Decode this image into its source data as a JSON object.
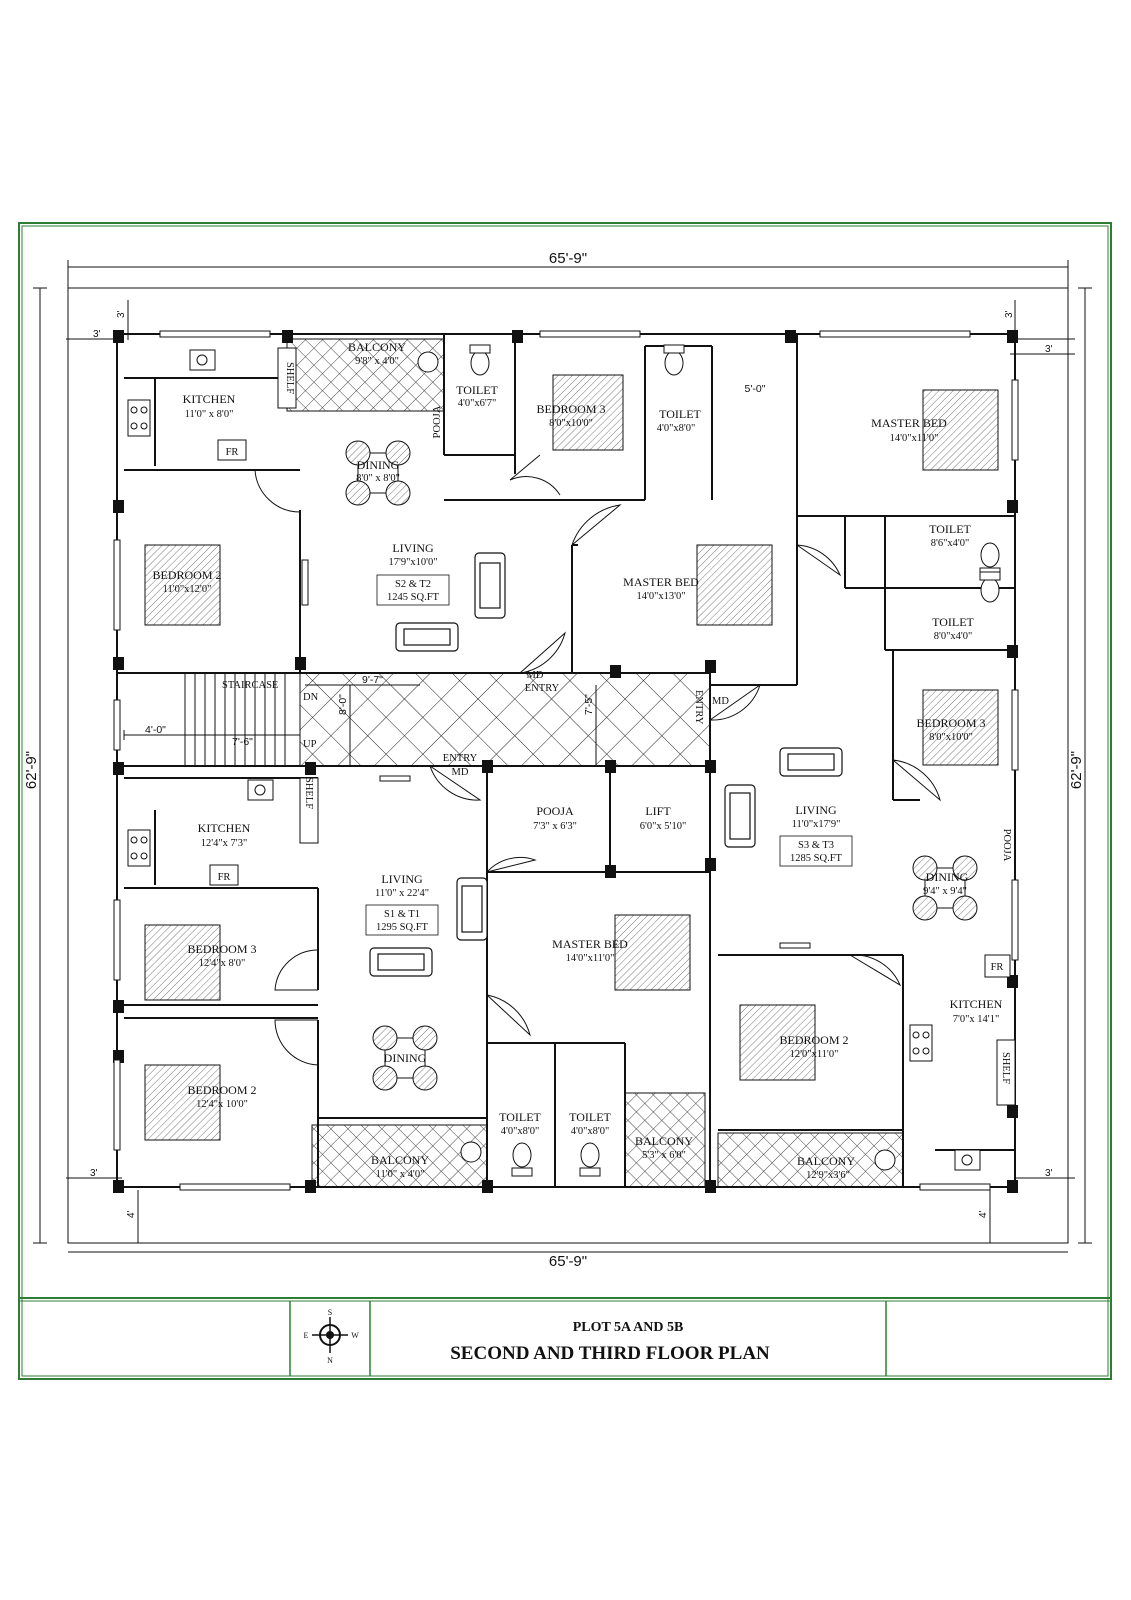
{
  "dimensions": {
    "top": "65'-9\"",
    "bottom": "65'-9\"",
    "left": "62'-9\"",
    "right": "62'-9\"",
    "setback_3": "3'",
    "setback_4": "4'",
    "lobby_width": "9'-7\"",
    "stair_depth": "8'-0\"",
    "stair_width_a": "4'-0\"",
    "stair_width_b": "7'-6\"",
    "lobby_height": "7'-5\"",
    "balcony_gap": "5'-0\""
  },
  "unit_s2": {
    "kitchen": {
      "name": "KITCHEN",
      "size": "11'0\" x 8'0\""
    },
    "balcony": {
      "name": "BALCONY",
      "size": "9'8\" x 4'0\""
    },
    "dining": {
      "name": "DINING",
      "size": "8'0\" x 8'0\""
    },
    "pooja": "POOJA",
    "toilet_a": {
      "name": "TOILET",
      "size": "4'0\"x6'7\""
    },
    "bedroom3": {
      "name": "BEDROOM 3",
      "size": "8'0\"x10'0\""
    },
    "toilet_b": {
      "name": "TOILET",
      "size": "4'0\"x8'0\""
    },
    "bedroom2": {
      "name": "BEDROOM 2",
      "size": "11'0\"x12'0\""
    },
    "living": {
      "name": "LIVING",
      "size": "17'9\"x10'0\""
    },
    "unit": {
      "name": "S2 & T2",
      "area": "1245 SQ.FT"
    },
    "master": {
      "name": "MASTER BED",
      "size": "14'0\"x13'0\""
    }
  },
  "unit_s3": {
    "master": {
      "name": "MASTER BED",
      "size": "14'0\"x11'0\""
    },
    "toilet_a": {
      "name": "TOILET",
      "size": "8'6\"x4'0\""
    },
    "toilet_b": {
      "name": "TOILET",
      "size": "8'0\"x4'0\""
    },
    "bedroom3": {
      "name": "BEDROOM 3",
      "size": "8'0\"x10'0\""
    },
    "living": {
      "name": "LIVING",
      "size": "11'0\"x17'9\""
    },
    "unit": {
      "name": "S3 & T3",
      "area": "1285 SQ.FT"
    },
    "pooja": "POOJA",
    "dining": {
      "name": "DINING",
      "size": "9'4\" x 9'4\""
    },
    "kitchen": {
      "name": "KITCHEN",
      "size": "7'0\"x 14'1\""
    },
    "bedroom2": {
      "name": "BEDROOM 2",
      "size": "12'0\"x11'0\""
    },
    "balcony": {
      "name": "BALCONY",
      "size": "12'9\"x3'6\""
    }
  },
  "unit_s1": {
    "kitchen": {
      "name": "KITCHEN",
      "size": "12'4\"x 7'3\""
    },
    "bedroom3": {
      "name": "BEDROOM 3",
      "size": "12'4\"x 8'0\""
    },
    "bedroom2": {
      "name": "BEDROOM 2",
      "size": "12'4\"x 10'0\""
    },
    "living": {
      "name": "LIVING",
      "size": "11'0\" x 22'4\""
    },
    "unit": {
      "name": "S1 & T1",
      "area": "1295 SQ.FT"
    },
    "dining": "DINING",
    "balcony": {
      "name": "BALCONY",
      "size": "11'0\" x 4'0\""
    },
    "master": {
      "name": "MASTER BED",
      "size": "14'0\"x11'0\""
    },
    "toilet_a": {
      "name": "TOILET",
      "size": "4'0\"x8'0\""
    },
    "toilet_b": {
      "name": "TOILET",
      "size": "4'0\"x8'0\""
    },
    "balcony_b": {
      "name": "BALCONY",
      "size": "5'3\" x 6'0\""
    }
  },
  "common": {
    "staircase": "STAIRCASE",
    "dn": "DN",
    "up": "UP",
    "entry": "ENTRY",
    "md": "MD",
    "pooja": {
      "name": "POOJA",
      "size": "7'3\" x 6'3\""
    },
    "lift": {
      "name": "LIFT",
      "size": "6'0\"x 5'10\""
    },
    "shelf": "SHELF",
    "fr": "FR"
  },
  "title_block": {
    "line1": "PLOT 5A AND 5B",
    "line2": "SECOND AND THIRD FLOOR PLAN",
    "compass": {
      "s": "S",
      "n": "N",
      "e": "E",
      "w": "W"
    }
  },
  "colors": {
    "frame": "#2e7d32",
    "ink": "#111111"
  }
}
